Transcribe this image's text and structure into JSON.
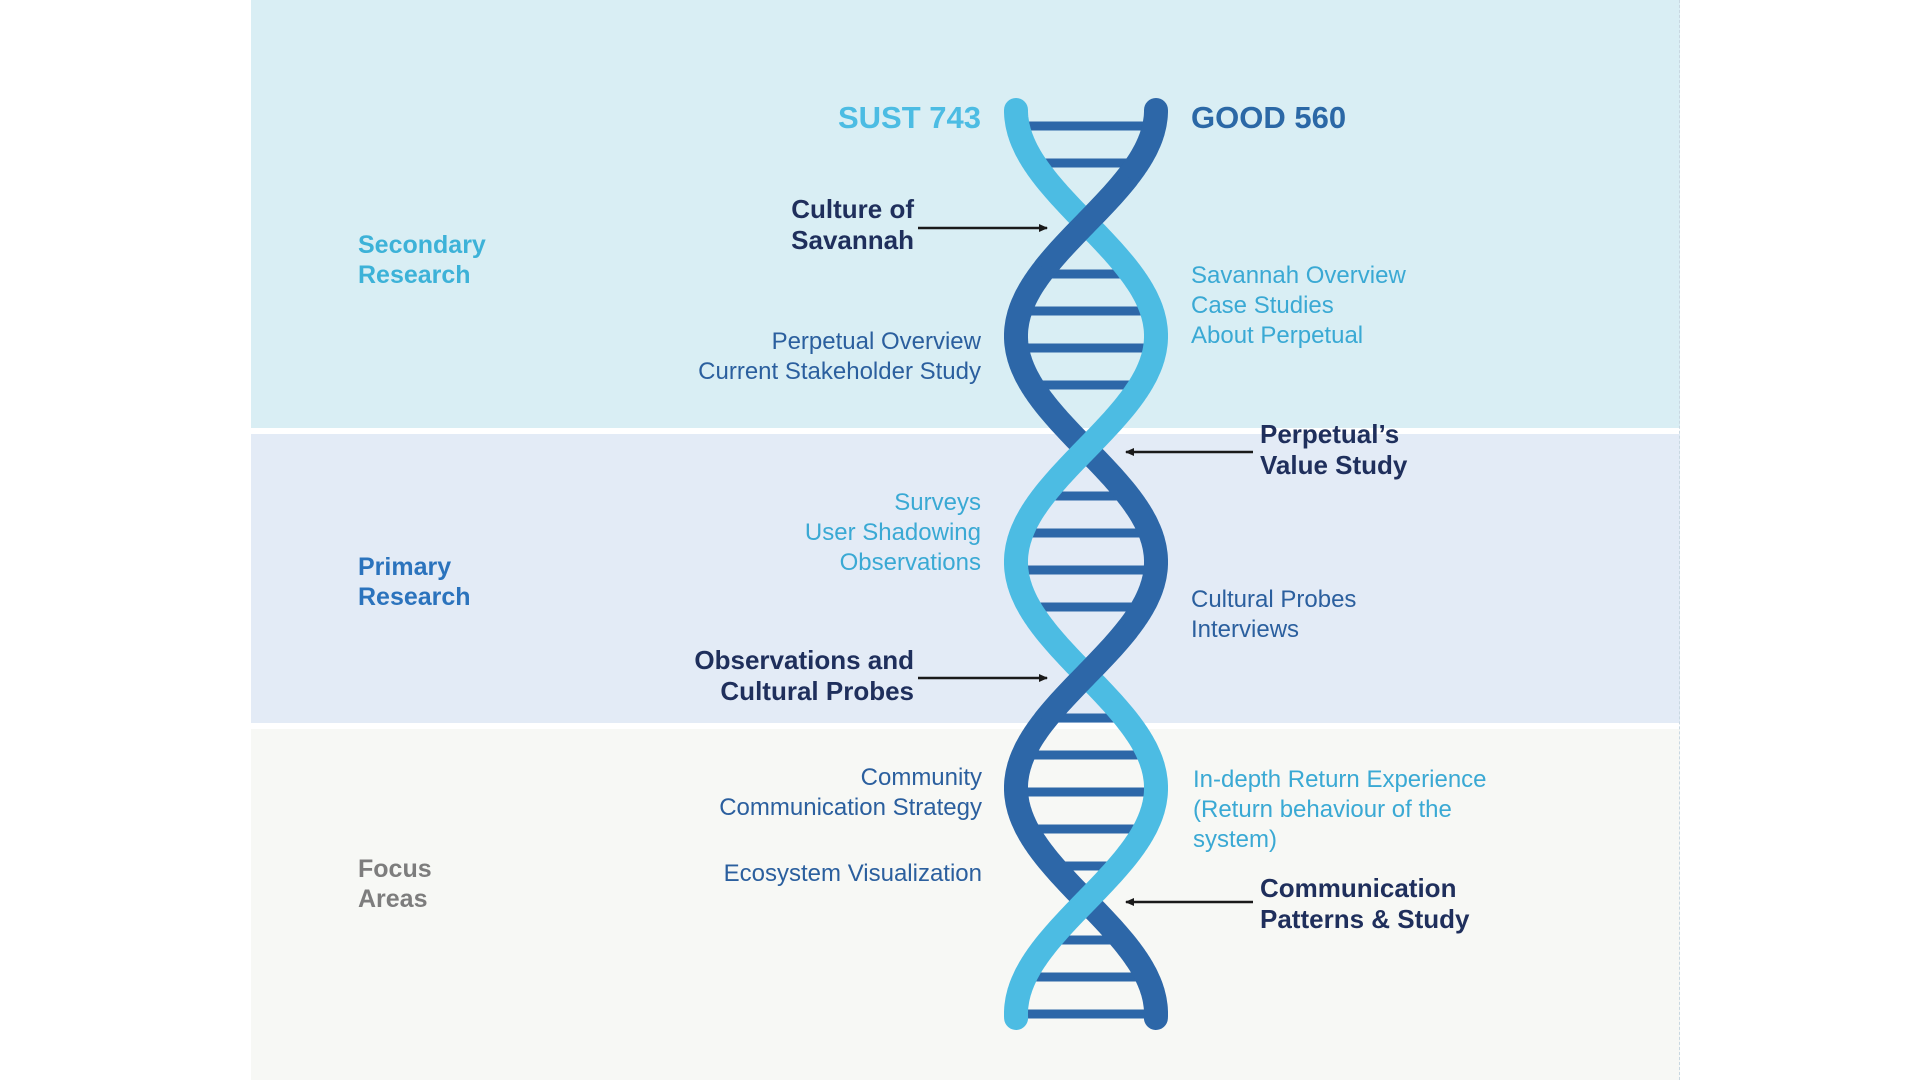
{
  "sections": {
    "secondary": [
      "Secondary",
      "Research"
    ],
    "primary": [
      "Primary",
      "Research"
    ],
    "focus": [
      "Focus",
      "Areas"
    ]
  },
  "courses": {
    "left": "SUST 743",
    "right": "GOOD 560"
  },
  "milestones": {
    "culture": [
      "Culture of",
      "Savannah"
    ],
    "value_study": [
      "Perpetual’s",
      "Value Study"
    ],
    "observations": [
      "Observations and",
      "Cultural Probes"
    ],
    "communication": [
      "Communication",
      "Patterns & Study"
    ]
  },
  "left_items": {
    "secondary": [
      "Perpetual Overview",
      "Current Stakeholder Study"
    ],
    "primary": [
      "Surveys",
      "User Shadowing",
      "Observations"
    ],
    "focus_a": [
      "Community",
      "Communication Strategy"
    ],
    "focus_b": [
      "Ecosystem Visualization"
    ]
  },
  "right_items": {
    "secondary": [
      "Savannah Overview",
      "Case Studies",
      "About Perpetual"
    ],
    "primary": [
      "Cultural Probes",
      "Interviews"
    ],
    "focus": [
      "In-depth Return Experience",
      "(Return behaviour of the",
      "system)"
    ]
  },
  "colors": {
    "strand_light": "#4cbce3",
    "strand_dark": "#2d67a8",
    "rung": "#2d67a8",
    "arrow": "#1a1a1a"
  }
}
